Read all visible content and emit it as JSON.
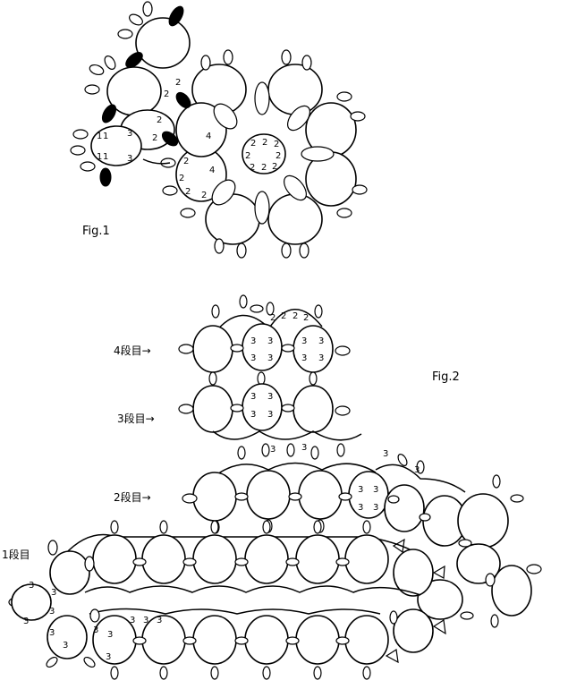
{
  "fig1": {
    "caption": "Fig.1",
    "ring_numbers": {
      "a": "2",
      "b": "2",
      "c": "2",
      "d": "2",
      "e": "1",
      "f": "1",
      "g": "3",
      "h": "3",
      "i": "1",
      "j": "1",
      "k": "4",
      "l": "4",
      "m": "2",
      "n": "2",
      "o": "2",
      "center": [
        "2",
        "2",
        "2",
        "2",
        "2",
        "2",
        "2",
        "2"
      ]
    }
  },
  "fig2": {
    "caption": "Fig.2",
    "row_labels": {
      "row4": "4段目→",
      "row3": "3段目→",
      "row2": "2段目→",
      "row1": "1段目"
    },
    "top_numbers": [
      "2",
      "2",
      "2",
      "2"
    ],
    "r4_numbers": [
      "3",
      "3",
      "3",
      "3",
      "3",
      "3",
      "3",
      "3"
    ],
    "r3_numbers": [
      "3",
      "3",
      "3",
      "3"
    ],
    "r3_chain_numbers": [
      "3",
      "3"
    ],
    "r2_numbers": [
      "3",
      "3",
      "3",
      "3"
    ],
    "right_numbers": [
      "3",
      "3"
    ],
    "r1_left_numbers": [
      "3",
      "3",
      "3",
      "3",
      "3",
      "3",
      "3",
      "3",
      "3",
      "3"
    ]
  }
}
